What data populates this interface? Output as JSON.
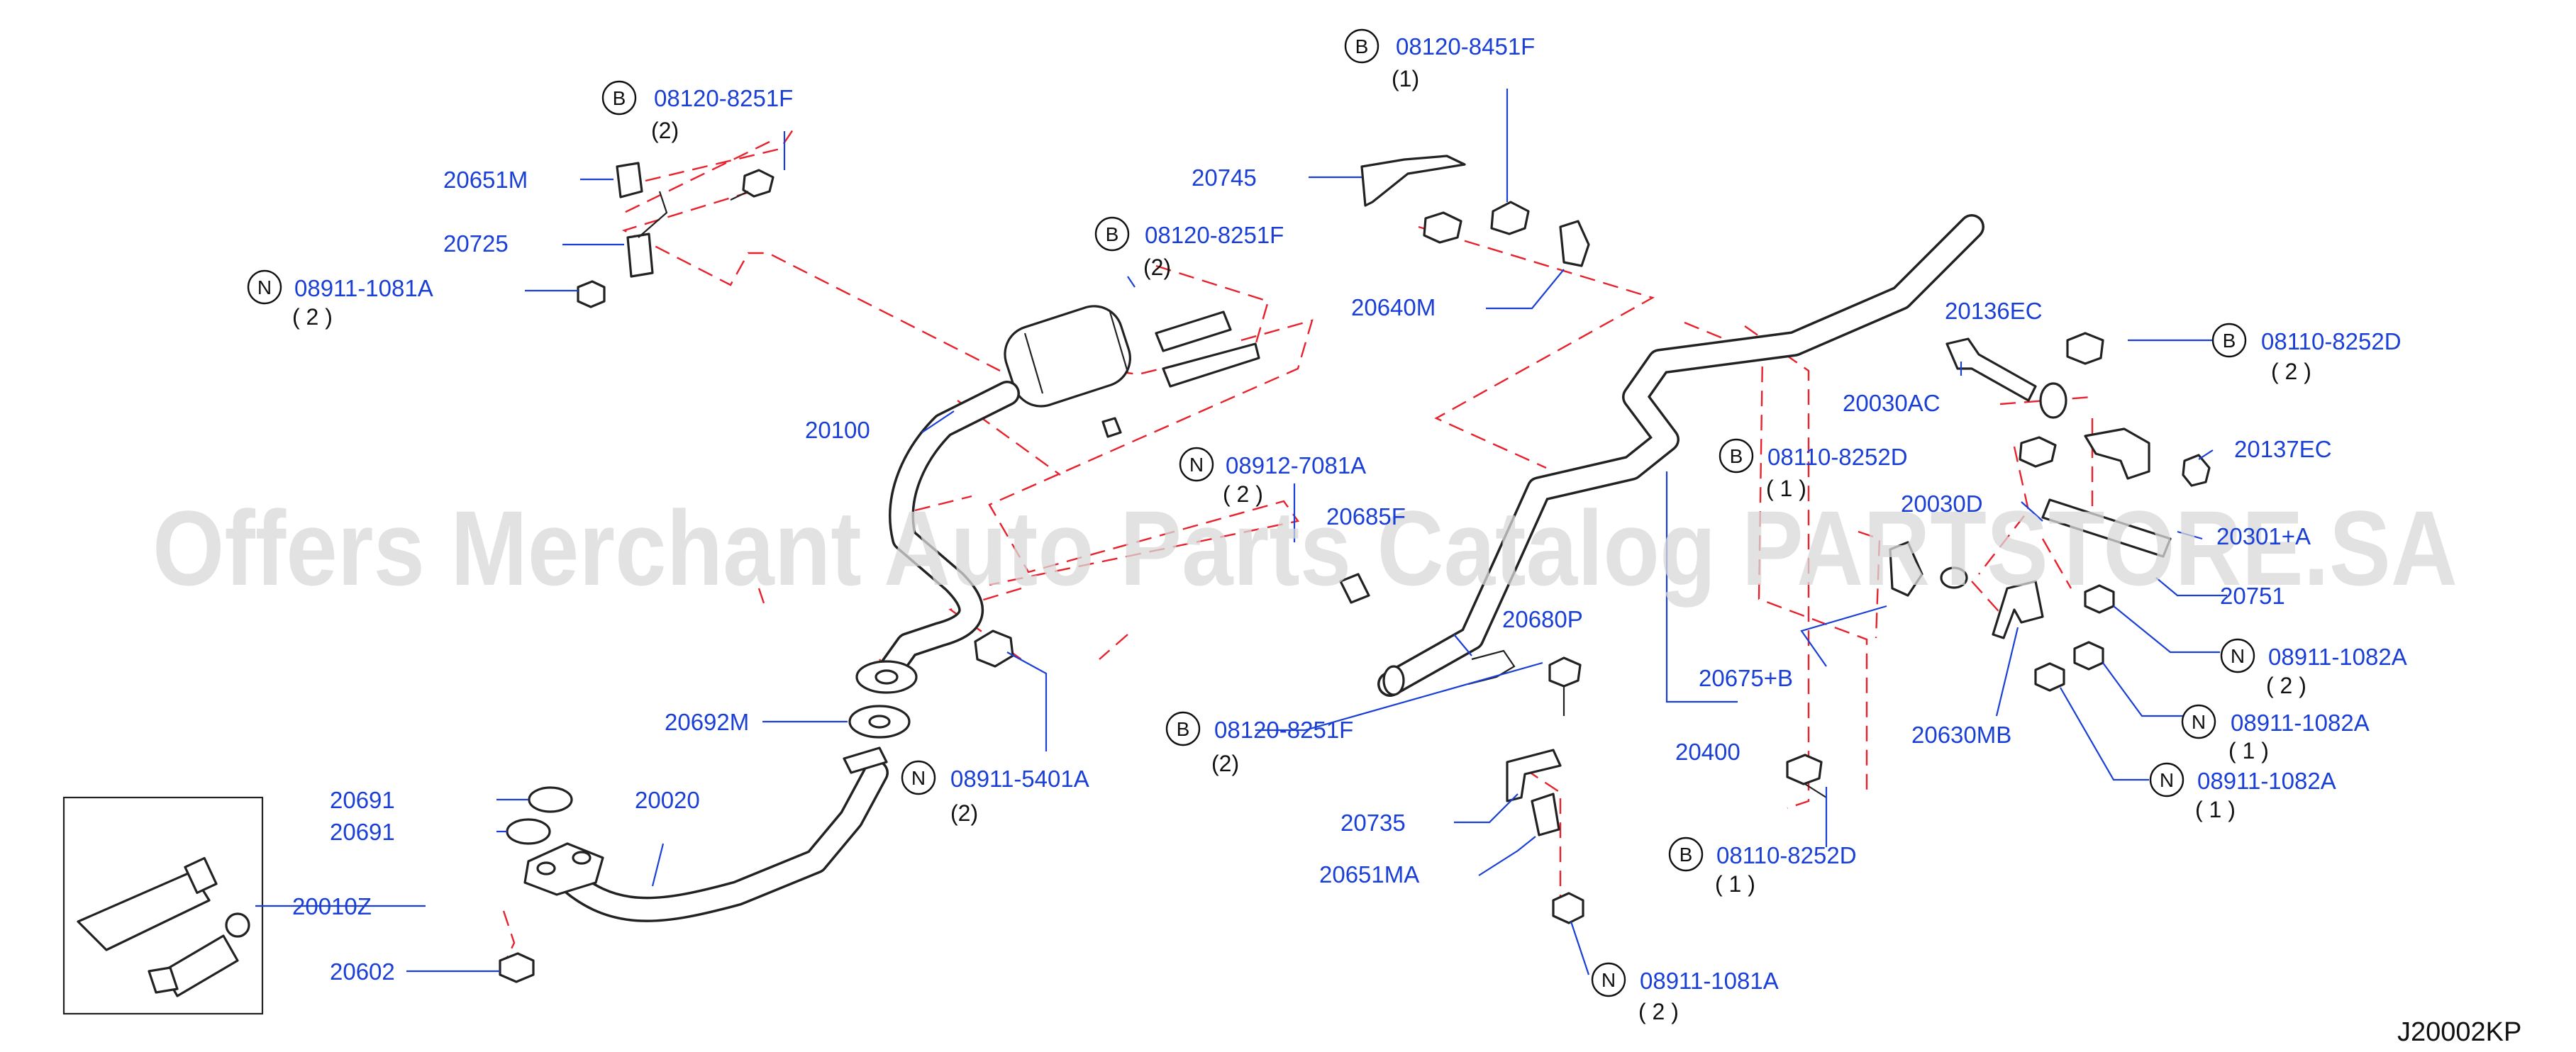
{
  "diagram_code": "J20002KP",
  "watermark": "Offers Merchant Auto Parts Catalog PARTSTORE.SA",
  "callouts": [
    {
      "id": "c1",
      "pn": "08120-8251F",
      "badge": "B",
      "qty": "(2)"
    },
    {
      "id": "c2",
      "pn": "20651M"
    },
    {
      "id": "c3",
      "pn": "20725"
    },
    {
      "id": "c4",
      "pn": "08911-1081A",
      "badge": "N",
      "qty": "( 2 )"
    },
    {
      "id": "c5",
      "pn": "08120-8451F",
      "badge": "B",
      "qty": "(1)"
    },
    {
      "id": "c6",
      "pn": "20745"
    },
    {
      "id": "c7",
      "pn": "20640M"
    },
    {
      "id": "c8",
      "pn": "08120-8251F",
      "badge": "B",
      "qty": "(2)"
    },
    {
      "id": "c9",
      "pn": "20100"
    },
    {
      "id": "c10",
      "pn": "08912-7081A",
      "badge": "N",
      "qty": "( 2 )"
    },
    {
      "id": "c11",
      "pn": "20685F"
    },
    {
      "id": "c12",
      "pn": "20680P"
    },
    {
      "id": "c13",
      "pn": "20692M"
    },
    {
      "id": "c14",
      "pn": "08911-5401A",
      "badge": "N",
      "qty": "(2)"
    },
    {
      "id": "c15",
      "pn": "08120-8251F",
      "badge": "B",
      "qty": "(2)"
    },
    {
      "id": "c16",
      "pn": "20691"
    },
    {
      "id": "c17",
      "pn": "20691"
    },
    {
      "id": "c18",
      "pn": "20020"
    },
    {
      "id": "c19",
      "pn": "20010Z"
    },
    {
      "id": "c20",
      "pn": "20602"
    },
    {
      "id": "c21",
      "pn": "20735"
    },
    {
      "id": "c22",
      "pn": "20651MA"
    },
    {
      "id": "c23",
      "pn": "08911-1081A",
      "badge": "N",
      "qty": "( 2 )"
    },
    {
      "id": "c24",
      "pn": "20136EC"
    },
    {
      "id": "c25",
      "pn": "08110-8252D",
      "badge": "B",
      "qty": "( 2 )"
    },
    {
      "id": "c26",
      "pn": "20030AC"
    },
    {
      "id": "c27",
      "pn": "20137EC"
    },
    {
      "id": "c28",
      "pn": "08110-8252D",
      "badge": "B",
      "qty": "( 1 )"
    },
    {
      "id": "c29",
      "pn": "20030D"
    },
    {
      "id": "c30",
      "pn": "20301+A"
    },
    {
      "id": "c31",
      "pn": "20751"
    },
    {
      "id": "c32",
      "pn": "20675+B"
    },
    {
      "id": "c33",
      "pn": "08911-1082A",
      "badge": "N",
      "qty": "( 2 )"
    },
    {
      "id": "c34",
      "pn": "20400"
    },
    {
      "id": "c35",
      "pn": "20630MB"
    },
    {
      "id": "c36",
      "pn": "08911-1082A",
      "badge": "N",
      "qty": "( 1 )"
    },
    {
      "id": "c37",
      "pn": "08911-1082A",
      "badge": "N",
      "qty": "( 1 )"
    },
    {
      "id": "c38",
      "pn": "08110-8252D",
      "badge": "B",
      "qty": "( 1 )"
    }
  ]
}
